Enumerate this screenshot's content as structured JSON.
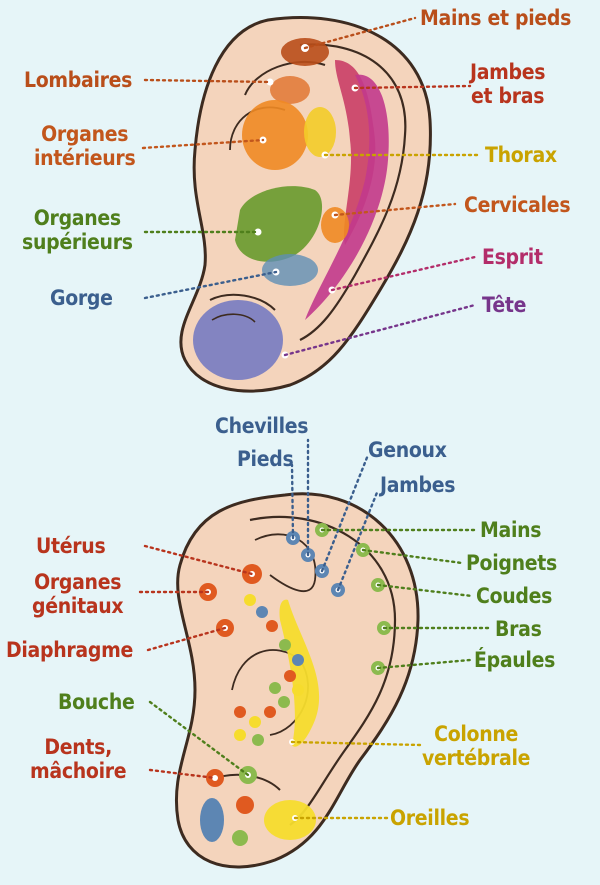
{
  "colors": {
    "background": "#e6f5f8",
    "ear_skin": "#f4d4bc",
    "ear_outline": "#3d2b20",
    "orange_brown": "#c2561c",
    "red_brown": "#b8341d",
    "yellow": "#c9a300",
    "green": "#4f7f1c",
    "blue": "#3b5f8e",
    "magenta": "#b32d6a",
    "purple": "#76358b"
  },
  "top_ear": {
    "labels": {
      "mains_pieds": "Mains et pieds",
      "lombaires": "Lombaires",
      "jambes_bras_1": "Jambes",
      "jambes_bras_2": "et bras",
      "organes_interieurs_1": "Organes",
      "organes_interieurs_2": "intérieurs",
      "thorax": "Thorax",
      "organes_superieurs_1": "Organes",
      "organes_superieurs_2": "supérieurs",
      "cervicales": "Cervicales",
      "esprit": "Esprit",
      "gorge": "Gorge",
      "tete": "Tête"
    }
  },
  "bottom_ear": {
    "labels": {
      "chevilles": "Chevilles",
      "pieds": "Pieds",
      "genoux": "Genoux",
      "jambes": "Jambes",
      "uterus": "Utérus",
      "mains": "Mains",
      "poignets": "Poignets",
      "organes_genitaux_1": "Organes",
      "organes_genitaux_2": "génitaux",
      "coudes": "Coudes",
      "bras": "Bras",
      "diaphragme": "Diaphragme",
      "epaules": "Épaules",
      "bouche": "Bouche",
      "colonne_1": "Colonne",
      "colonne_2": "vertébrale",
      "dents_1": "Dents,",
      "dents_2": "mâchoire",
      "oreilles": "Oreilles"
    }
  }
}
